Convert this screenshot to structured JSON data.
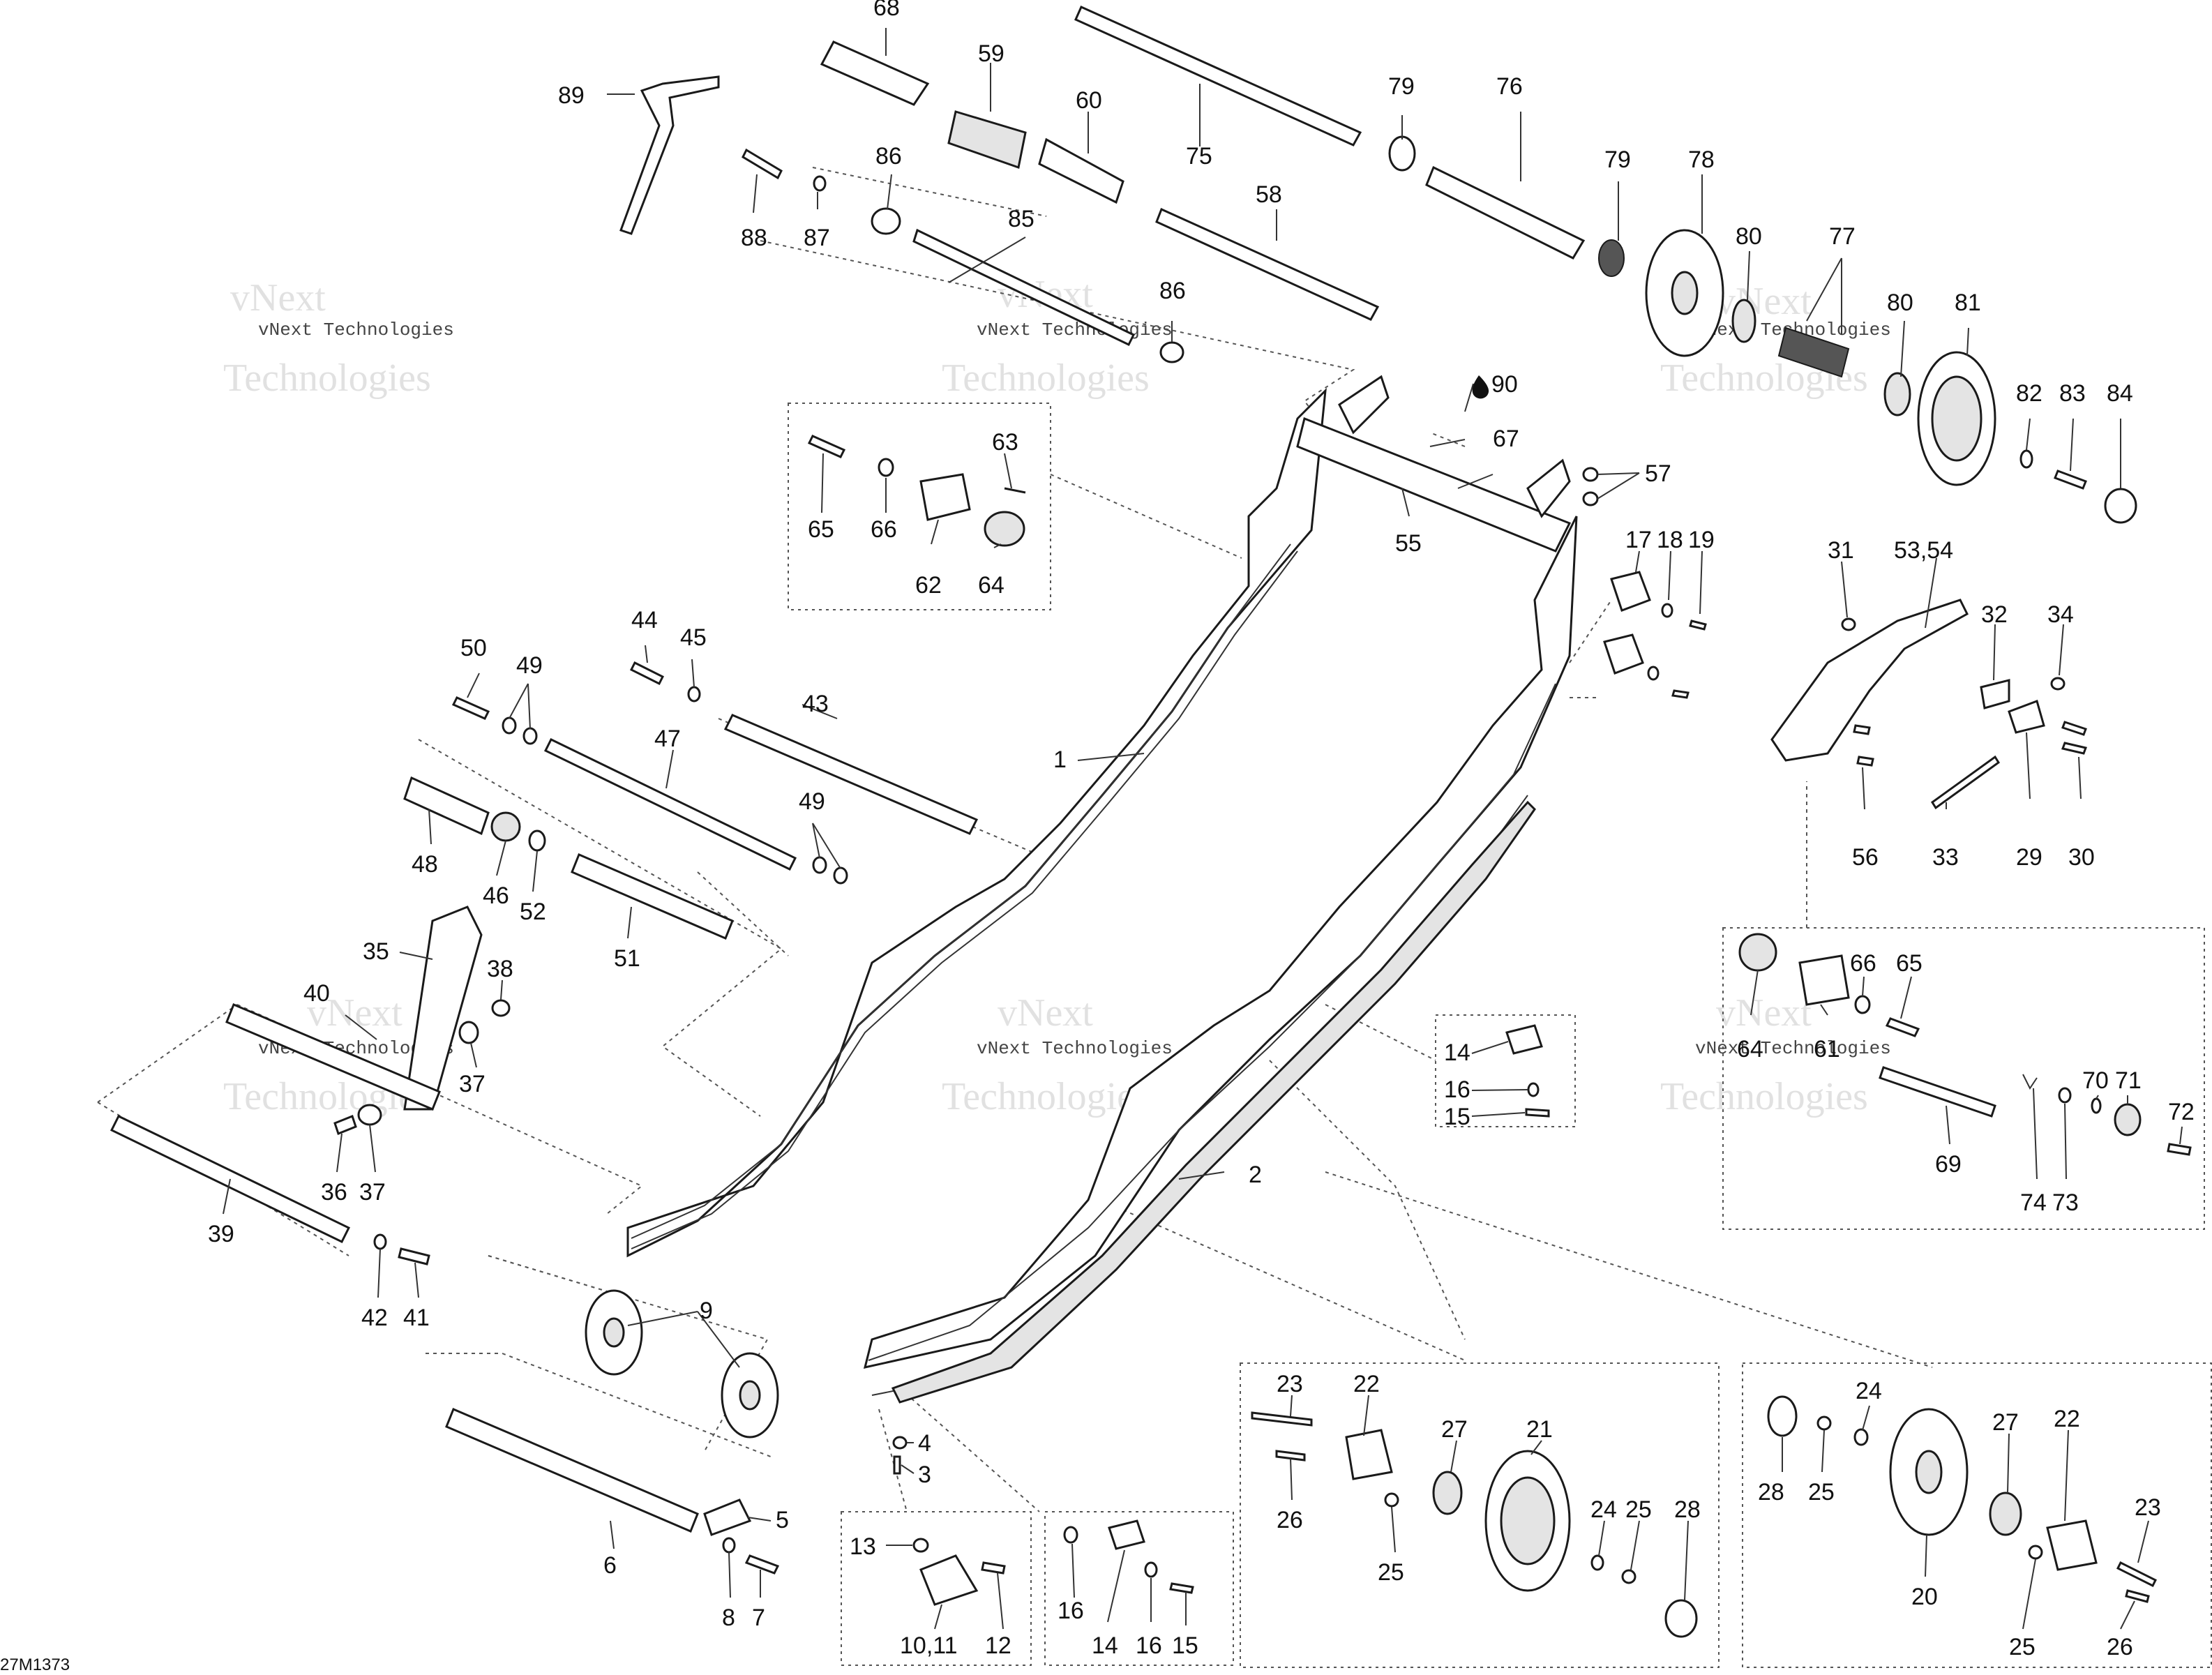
{
  "diagram_code": "27M1373",
  "watermark": {
    "line1": "vNext",
    "line2": "vNext Technologies",
    "line3": "Technologies"
  },
  "labels": {
    "p1": "1",
    "p2": "2",
    "p3": "3",
    "p4": "4",
    "p5": "5",
    "p6": "6",
    "p7": "7",
    "p8": "8",
    "p9": "9",
    "p10_11": "10,11",
    "p12": "12",
    "p13": "13",
    "p14a": "14",
    "p14b": "14",
    "p15a": "15",
    "p15b": "15",
    "p16a": "16",
    "p16b": "16",
    "p16c": "16",
    "p17": "17",
    "p18": "18",
    "p19": "19",
    "p20": "20",
    "p21": "21",
    "p22a": "22",
    "p22b": "22",
    "p23a": "23",
    "p23b": "23",
    "p24a": "24",
    "p24b": "24",
    "p25a": "25",
    "p25b": "25",
    "p25c": "25",
    "p25d": "25",
    "p26a": "26",
    "p26b": "26",
    "p27a": "27",
    "p27b": "27",
    "p28a": "28",
    "p28b": "28",
    "p29": "29",
    "p30": "30",
    "p31": "31",
    "p32": "32",
    "p33": "33",
    "p34": "34",
    "p35": "35",
    "p36": "36",
    "p37a": "37",
    "p37b": "37",
    "p38": "38",
    "p39": "39",
    "p40": "40",
    "p41": "41",
    "p42": "42",
    "p43": "43",
    "p44": "44",
    "p45": "45",
    "p46": "46",
    "p47": "47",
    "p48": "48",
    "p49a": "49",
    "p49b": "49",
    "p50": "50",
    "p51": "51",
    "p52": "52",
    "p53_54": "53,54",
    "p55": "55",
    "p56": "56",
    "p57": "57",
    "p58": "58",
    "p59": "59",
    "p60": "60",
    "p61": "61",
    "p62": "62",
    "p63": "63",
    "p64a": "64",
    "p64b": "64",
    "p65a": "65",
    "p65b": "65",
    "p66a": "66",
    "p66b": "66",
    "p67": "67",
    "p68": "68",
    "p69": "69",
    "p70": "70",
    "p71": "71",
    "p72": "72",
    "p73": "73",
    "p74": "74",
    "p75": "75",
    "p76": "76",
    "p77": "77",
    "p78": "78",
    "p79a": "79",
    "p79b": "79",
    "p80a": "80",
    "p80b": "80",
    "p81": "81",
    "p82": "82",
    "p83": "83",
    "p84": "84",
    "p85": "85",
    "p86a": "86",
    "p86b": "86",
    "p87": "87",
    "p88": "88",
    "p89": "89",
    "p90": "90"
  }
}
